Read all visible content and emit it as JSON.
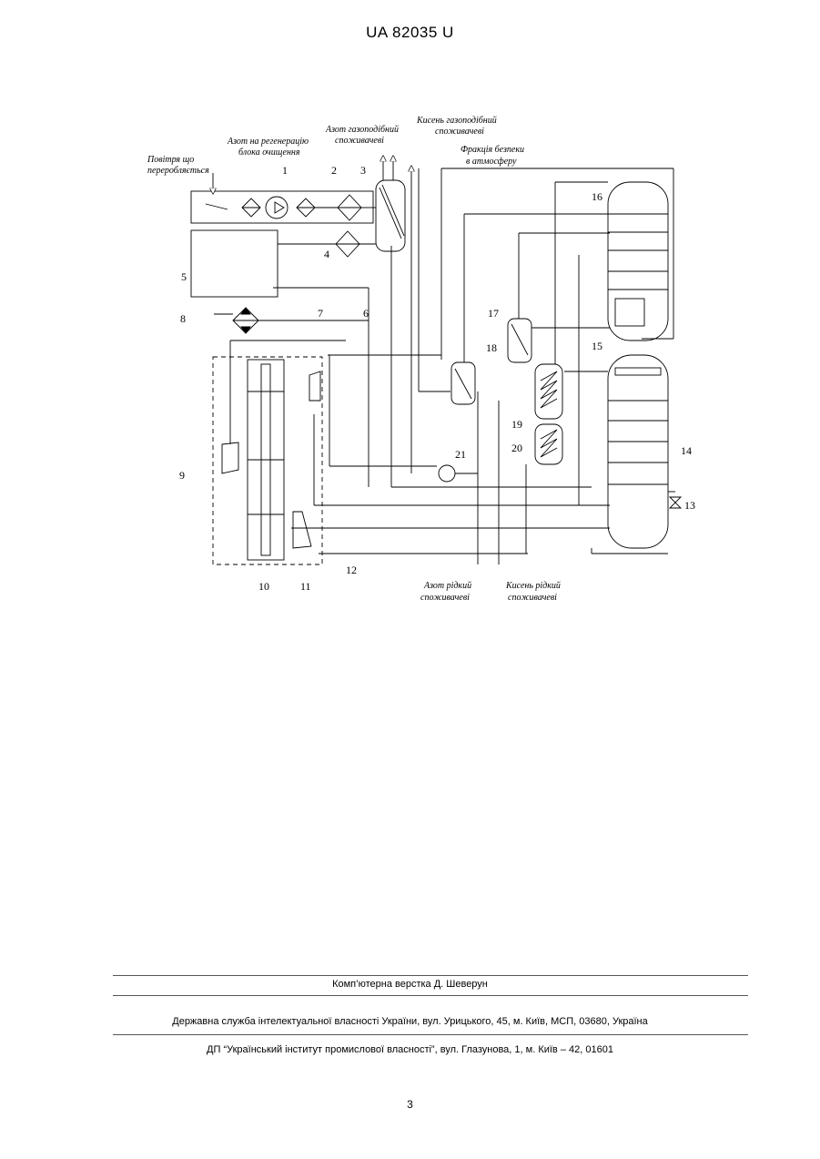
{
  "header": {
    "patent_number": "UA   82035   U"
  },
  "diagram": {
    "labels": {
      "air": [
        "Повітря що",
        "переробляється"
      ],
      "nitrogen_regen": [
        "Азот на регенерацію",
        "блока очищення"
      ],
      "nitrogen_gas": [
        "Азот газоподібний",
        "споживачеві"
      ],
      "oxygen_gas": [
        "Кисень газоподібний",
        "споживачеві"
      ],
      "safety_fraction": [
        "Фракція безпеки",
        "в атмосферу"
      ],
      "nitrogen_liquid": [
        "Азот рідкий",
        "споживачеві"
      ],
      "oxygen_liquid": [
        "Кисень рідкий",
        "споживачеві"
      ]
    },
    "numbers": [
      "1",
      "2",
      "3",
      "4",
      "5",
      "6",
      "7",
      "8",
      "9",
      "10",
      "11",
      "12",
      "13",
      "14",
      "15",
      "16",
      "17",
      "18",
      "19",
      "20",
      "21"
    ]
  },
  "footer": {
    "layout": "Комп’ютерна верстка Д. Шеверун",
    "agency": "Державна служба інтелектуальної власності України, вул. Урицького, 45, м. Київ, МСП, 03680, Україна",
    "institute": "ДП “Український інститут промислової власності”, вул. Глазунова, 1, м. Київ – 42, 01601"
  },
  "page_number": "3"
}
